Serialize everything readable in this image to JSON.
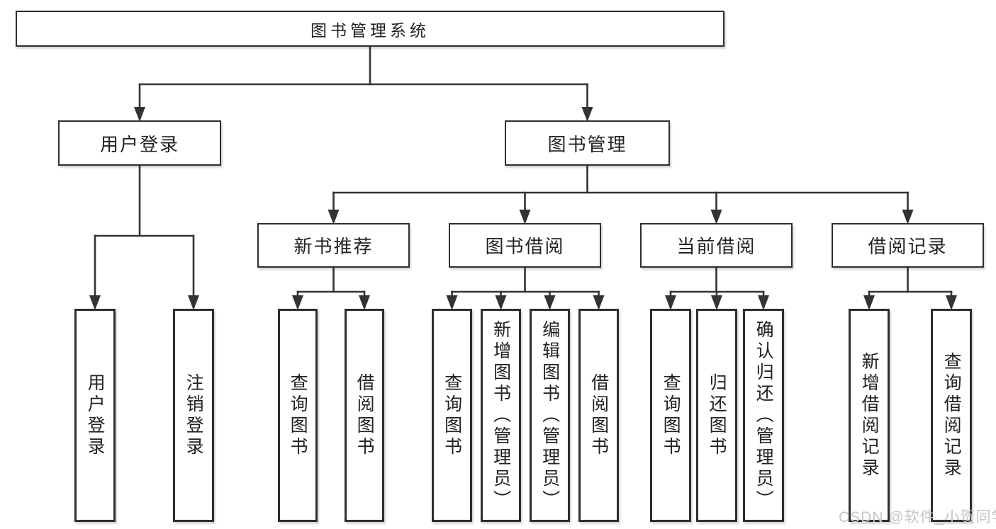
{
  "diagram": {
    "title": "图书管理系统",
    "nodes": [
      {
        "id": "root",
        "label": "图书管理系统"
      },
      {
        "id": "user-login",
        "label": "用户登录"
      },
      {
        "id": "book-mgmt",
        "label": "图书管理"
      },
      {
        "id": "leaf-user-login",
        "label": "用户登录"
      },
      {
        "id": "leaf-logout",
        "label": "注销登录"
      },
      {
        "id": "new-book-rec",
        "label": "新书推荐"
      },
      {
        "id": "book-borrow",
        "label": "图书借阅"
      },
      {
        "id": "current-borrow",
        "label": "当前借阅"
      },
      {
        "id": "borrow-records",
        "label": "借阅记录"
      },
      {
        "id": "rec-query-books",
        "label": "查询图书"
      },
      {
        "id": "rec-borrow-books",
        "label": "借阅图书"
      },
      {
        "id": "bb-query-books",
        "label": "查询图书"
      },
      {
        "id": "bb-add-books",
        "label": "新增图书（管理员）"
      },
      {
        "id": "bb-edit-books",
        "label": "编辑图书（管理员）"
      },
      {
        "id": "bb-borrow-books",
        "label": "借阅图书"
      },
      {
        "id": "cb-query-books",
        "label": "查询图书"
      },
      {
        "id": "cb-return-books",
        "label": "归还图书"
      },
      {
        "id": "cb-confirm-return",
        "label": "确认归还（管理员）"
      },
      {
        "id": "br-add-record",
        "label": "新增借阅记录"
      },
      {
        "id": "br-query-record",
        "label": "查询借阅记录"
      }
    ],
    "edges": [
      [
        "root",
        "user-login"
      ],
      [
        "root",
        "book-mgmt"
      ],
      [
        "user-login",
        "leaf-user-login"
      ],
      [
        "user-login",
        "leaf-logout"
      ],
      [
        "book-mgmt",
        "new-book-rec"
      ],
      [
        "book-mgmt",
        "book-borrow"
      ],
      [
        "book-mgmt",
        "current-borrow"
      ],
      [
        "book-mgmt",
        "borrow-records"
      ],
      [
        "new-book-rec",
        "rec-query-books"
      ],
      [
        "new-book-rec",
        "rec-borrow-books"
      ],
      [
        "book-borrow",
        "bb-query-books"
      ],
      [
        "book-borrow",
        "bb-add-books"
      ],
      [
        "book-borrow",
        "bb-edit-books"
      ],
      [
        "book-borrow",
        "bb-borrow-books"
      ],
      [
        "current-borrow",
        "cb-query-books"
      ],
      [
        "current-borrow",
        "cb-return-books"
      ],
      [
        "current-borrow",
        "cb-confirm-return"
      ],
      [
        "borrow-records",
        "br-add-record"
      ],
      [
        "borrow-records",
        "br-query-record"
      ]
    ]
  },
  "watermark": "CSDN @软件_小贺同学",
  "colors": {
    "line": "#333333",
    "box_border": "#2e2e2e",
    "text": "#222222",
    "watermark": "#c6c6c6",
    "background": "#ffffff"
  }
}
